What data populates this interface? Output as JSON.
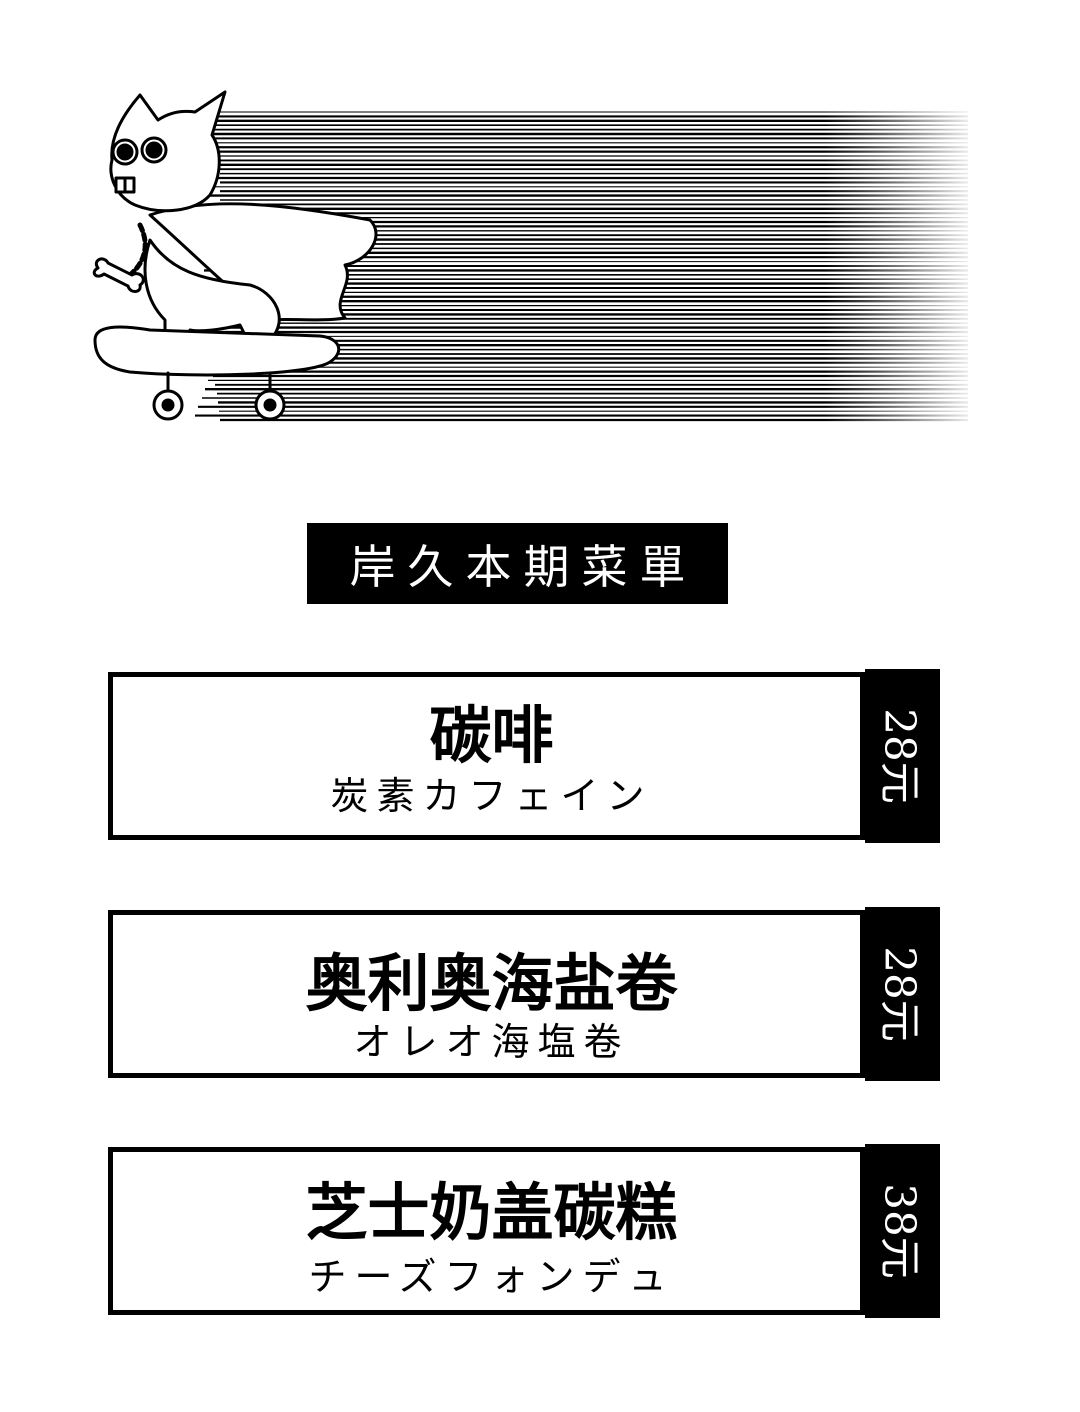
{
  "menu_title": "岸久本期菜單",
  "items": [
    {
      "name_cn": "碳啡",
      "name_jp": "炭素カフェイン",
      "price": "28元"
    },
    {
      "name_cn": "奥利奥海盐卷",
      "name_jp": "オレオ海塩卷",
      "price": "28元"
    },
    {
      "name_cn": "芝士奶盖碳糕",
      "name_jp": "チーズフォンデュ",
      "price": "38元"
    }
  ],
  "colors": {
    "ink": "#000000",
    "paper": "#ffffff"
  }
}
